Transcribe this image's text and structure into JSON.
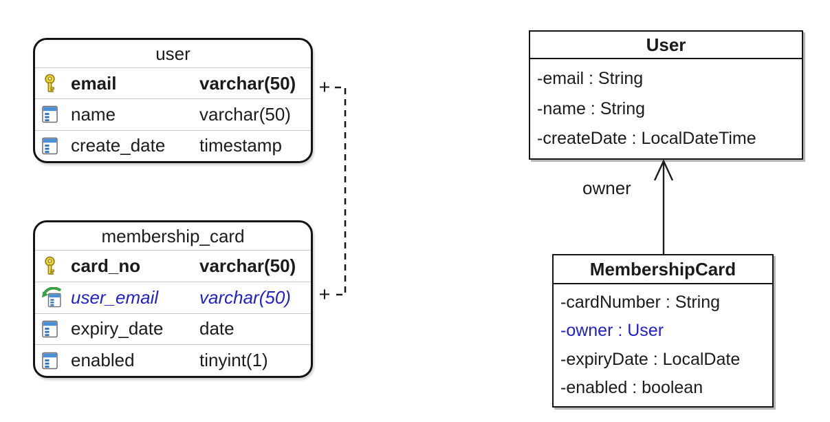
{
  "colors": {
    "background": "#ffffff",
    "shape_border": "#141414",
    "row_separator": "#c9c9c9",
    "text": "#1b1b1b",
    "fk_blue": "#1f1fd0",
    "key_gold": "#ecd23c",
    "icon_blue": "#4a90d9",
    "fk_arrow_green": "#3aa043"
  },
  "er_diagram": {
    "tables": [
      {
        "name": "user",
        "columns": [
          {
            "icon": "primary-key-icon",
            "name": "email",
            "type": "varchar(50)",
            "emphasis": "pk"
          },
          {
            "icon": "column-icon",
            "name": "name",
            "type": "varchar(50)",
            "emphasis": "normal"
          },
          {
            "icon": "column-icon",
            "name": "create_date",
            "type": "timestamp",
            "emphasis": "normal"
          }
        ]
      },
      {
        "name": "membership_card",
        "columns": [
          {
            "icon": "primary-key-icon",
            "name": "card_no",
            "type": "varchar(50)",
            "emphasis": "pk"
          },
          {
            "icon": "foreign-key-icon",
            "name": "user_email",
            "type": "varchar(50)",
            "emphasis": "fk"
          },
          {
            "icon": "column-icon",
            "name": "expiry_date",
            "type": "date",
            "emphasis": "normal"
          },
          {
            "icon": "column-icon",
            "name": "enabled",
            "type": "tinyint(1)",
            "emphasis": "normal"
          }
        ]
      }
    ],
    "relationship": {
      "line_style": "dashed",
      "top_marker": "+",
      "bottom_marker": "+",
      "from": "user.email",
      "to": "membership_card.user_email"
    }
  },
  "class_diagram": {
    "classes": [
      {
        "name": "User",
        "attributes": [
          {
            "text": "-email : String",
            "color": "default"
          },
          {
            "text": "-name : String",
            "color": "default"
          },
          {
            "text": "-createDate : LocalDateTime",
            "color": "default"
          }
        ]
      },
      {
        "name": "MembershipCard",
        "attributes": [
          {
            "text": "-cardNumber : String",
            "color": "default"
          },
          {
            "text": "-owner : User",
            "color": "blue"
          },
          {
            "text": "-expiryDate : LocalDate",
            "color": "default"
          },
          {
            "text": "-enabled : boolean",
            "color": "default"
          }
        ]
      }
    ],
    "association": {
      "label": "owner",
      "type": "directed-arrow"
    }
  }
}
